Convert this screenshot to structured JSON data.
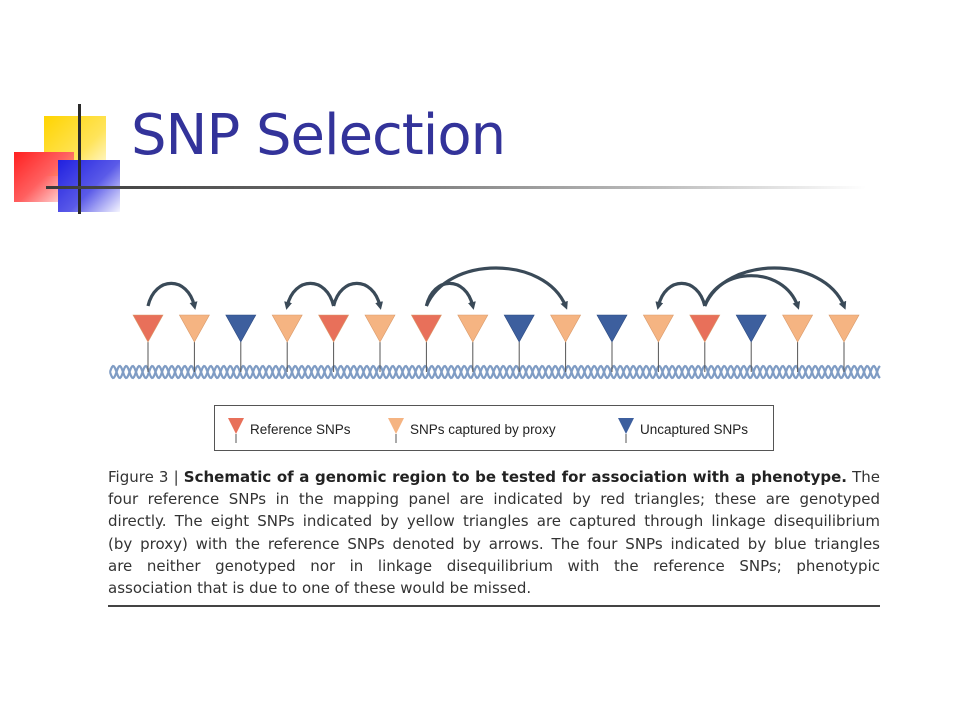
{
  "slide": {
    "title": "SNP Selection"
  },
  "diagram": {
    "snps": [
      "reference",
      "proxy",
      "uncaptured",
      "proxy",
      "reference",
      "proxy",
      "reference",
      "proxy",
      "uncaptured",
      "proxy",
      "uncaptured",
      "proxy",
      "reference",
      "uncaptured",
      "proxy",
      "proxy"
    ],
    "arrows": [
      {
        "from": 1,
        "to": 2
      },
      {
        "from": 5,
        "to": 4
      },
      {
        "from": 5,
        "to": 6
      },
      {
        "from": 7,
        "to": 8
      },
      {
        "from": 7,
        "to": 10
      },
      {
        "from": 13,
        "to": 12
      },
      {
        "from": 13,
        "to": 15
      },
      {
        "from": 13,
        "to": 16
      }
    ],
    "colors": {
      "reference": "#e8705a",
      "proxy": "#f5b482",
      "uncaptured": "#3d5f9e",
      "arrow": "#3a4a58",
      "dna": "#7f9cc4"
    }
  },
  "legend": {
    "reference": "Reference SNPs",
    "proxy": "SNPs captured by proxy",
    "uncaptured": "Uncaptured SNPs"
  },
  "caption": {
    "label": "Figure 3 | ",
    "heading": "Schematic of a genomic region to be tested for association with a phenotype.",
    "line1_tail": " The",
    "line2": "four reference SNPs in the mapping panel are indicated by red triangles; these are genotyped",
    "line3": "directly. The eight SNPs indicated by yellow triangles are captured through linkage disequilibrium",
    "line4": "(by proxy) with the reference SNPs denoted by arrows. The four SNPs indicated by blue triangles",
    "line5": "are neither genotyped nor in linkage disequilibrium with the reference SNPs; phenotypic",
    "line6": "association that is due to one of these would be missed."
  }
}
